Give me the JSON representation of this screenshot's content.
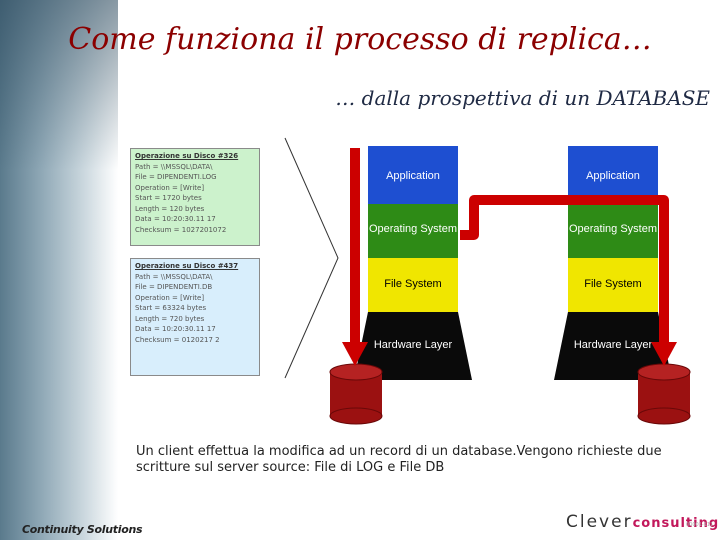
{
  "title": "Come funziona il processo di replica…",
  "subtitle": "… dalla prospettiva di un DATABASE",
  "left_panels": [
    {
      "heading": "Operazione su Disco #326",
      "lines": [
        "Path = \\\\MSSQL\\DATA\\",
        "File = DIPENDENTI.LOG",
        "Operation = [Write]",
        "Start = 1720 bytes",
        "Length = 120 bytes",
        "Data = 10:20:30.11 17",
        "Checksum = 1027201072"
      ]
    },
    {
      "heading": "Operazione su Disco #437",
      "lines": [
        "Path = \\\\MSSQL\\DATA\\",
        "File = DIPENDENTI.DB",
        "Operation = [Write]",
        "Start = 63324 bytes",
        "Length = 720 bytes",
        "Data = 10:20:30.11 17",
        "Checksum = 0120217 2"
      ]
    }
  ],
  "stacks": [
    {
      "layers": [
        "Application",
        "Operating System",
        "File System",
        "Hardware Layer"
      ]
    },
    {
      "layers": [
        "Application",
        "Operating System",
        "File System",
        "Hardware Layer"
      ]
    }
  ],
  "caption": "Un client effettua la modifica ad un record di un database.Vengono richieste due scritture sul server source: File di LOG e File DB",
  "footer": {
    "left": "Continuity Solutions",
    "brand_main": "Clever",
    "brand_accent": "consulting",
    "brand_code": "00001-111"
  },
  "colors": {
    "application": "#1e4fd1",
    "operating_system": "#2e8b16",
    "file_system": "#f0e600",
    "hardware": "#0a0a0a",
    "arrow": "#cc0000",
    "cylinder": "#9b1111",
    "title": "#8b0000"
  }
}
